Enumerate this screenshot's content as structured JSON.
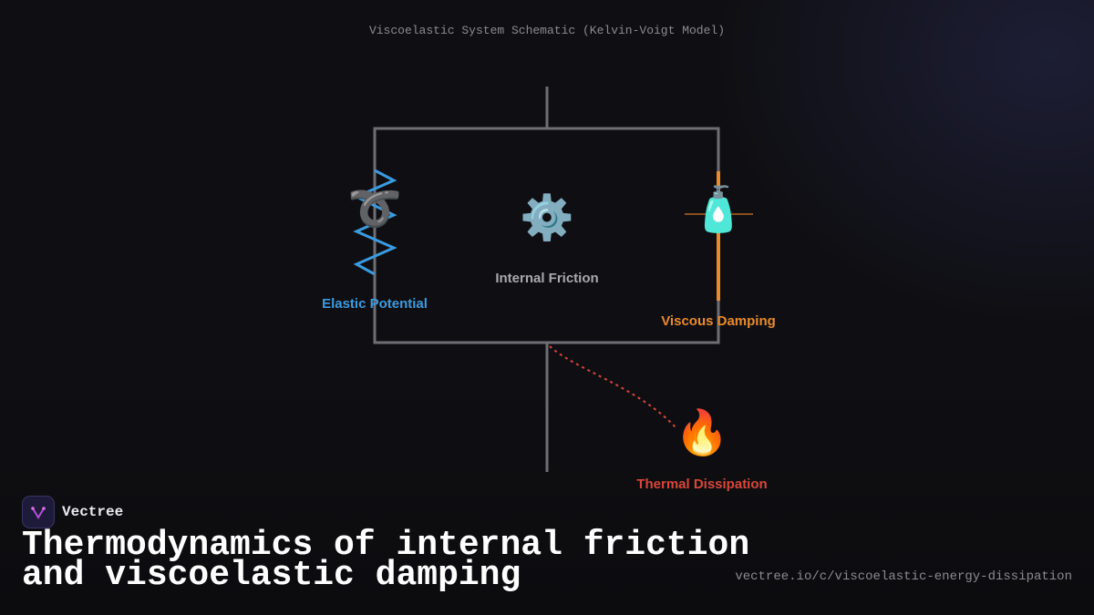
{
  "diagram": {
    "title": "Viscoelastic System Schematic (Kelvin-Voigt Model)",
    "nodes": {
      "elastic": {
        "label": "Elastic Potential",
        "emoji": "➰",
        "color": "#3b9be0"
      },
      "friction": {
        "label": "Internal Friction",
        "emoji": "⚙️",
        "color": "#a8a8ae"
      },
      "viscous": {
        "label": "Viscous Damping",
        "emoji": "🧴",
        "color": "#e98a2c"
      },
      "thermal": {
        "label": "Thermal Dissipation",
        "emoji": "🔥",
        "color": "#d8473a"
      }
    }
  },
  "brand": {
    "name": "Vectree"
  },
  "headline": "Thermodynamics of internal friction and viscoelastic damping",
  "url": "vectree.io/c/viscoelastic-energy-dissipation"
}
